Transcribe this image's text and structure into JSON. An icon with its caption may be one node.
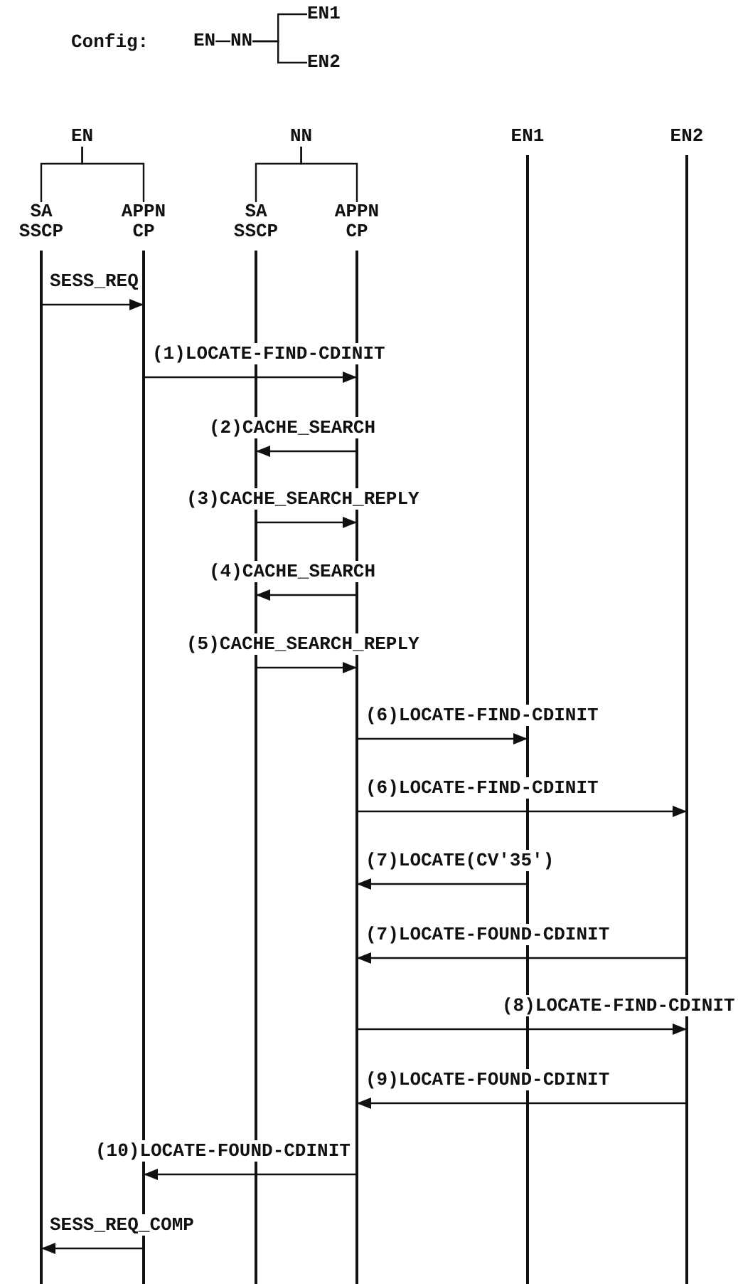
{
  "diagram": {
    "nodes": [
      {
        "text": [
          "EN"
        ]
      },
      {
        "text": [
          "NN"
        ]
      },
      {
        "text": [
          "EN1"
        ]
      },
      {
        "text": [
          "EN2"
        ]
      },
      {
        "text": [
          "EN"
        ]
      },
      {
        "text": [
          "SA SSCP"
        ]
      },
      {
        "text": [
          "APPN CP"
        ]
      },
      {
        "text": [
          "NN"
        ]
      },
      {
        "text": [
          "SA SSCP"
        ]
      },
      {
        "text": [
          "APPN CP"
        ]
      },
      {
        "text": [
          "EN1"
        ]
      },
      {
        "text": [
          "EN2"
        ]
      }
    ],
    "edges": [
      {
        "from": 0,
        "to": 1,
        "arrow": "none"
      },
      {
        "from": 1,
        "to": 2,
        "arrow": "none"
      },
      {
        "from": 1,
        "to": 3,
        "arrow": "none"
      },
      {
        "from": 4,
        "to": 5,
        "arrow": "none"
      },
      {
        "from": 4,
        "to": 6,
        "arrow": "none"
      },
      {
        "from": 7,
        "to": 8,
        "arrow": "none"
      },
      {
        "from": 7,
        "to": 9,
        "arrow": "none"
      },
      {
        "from": 5,
        "to": 6,
        "arrow": "to",
        "label": "SESS_REQ"
      },
      {
        "from": 6,
        "to": 9,
        "arrow": "to",
        "label": "(1)LOCATE-FIND-CDINIT"
      },
      {
        "from": 9,
        "to": 8,
        "arrow": "to",
        "label": "(2)CACHE_SEARCH"
      },
      {
        "from": 8,
        "to": 9,
        "arrow": "to",
        "label": "(3)CACHE_SEARCH_REPLY"
      },
      {
        "from": 9,
        "to": 8,
        "arrow": "to",
        "label": "(4)CACHE_SEARCH"
      },
      {
        "from": 8,
        "to": 9,
        "arrow": "to",
        "label": "(5)CACHE_SEARCH_REPLY"
      },
      {
        "from": 9,
        "to": 10,
        "arrow": "to",
        "label": "(6)LOCATE-FIND-CDINIT"
      },
      {
        "from": 9,
        "to": 11,
        "arrow": "to",
        "label": "(6)LOCATE-FIND-CDINIT"
      },
      {
        "from": 10,
        "to": 9,
        "arrow": "to",
        "label": "(7)LOCATE(CV'35')"
      },
      {
        "from": 11,
        "to": 9,
        "arrow": "to",
        "label": "(7)LOCATE-FOUND-CDINIT"
      },
      {
        "from": 9,
        "to": 11,
        "arrow": "to",
        "label": "(8)LOCATE-FIND-CDINIT"
      },
      {
        "from": 11,
        "to": 9,
        "arrow": "to",
        "label": "(9)LOCATE-FOUND-CDINIT"
      },
      {
        "from": 9,
        "to": 6,
        "arrow": "to",
        "label": "(10)LOCATE-FOUND-CDINIT"
      },
      {
        "from": 6,
        "to": 5,
        "arrow": "to",
        "label": "SESS_REQ_COMP"
      }
    ],
    "labels": [
      "Config:"
    ]
  }
}
